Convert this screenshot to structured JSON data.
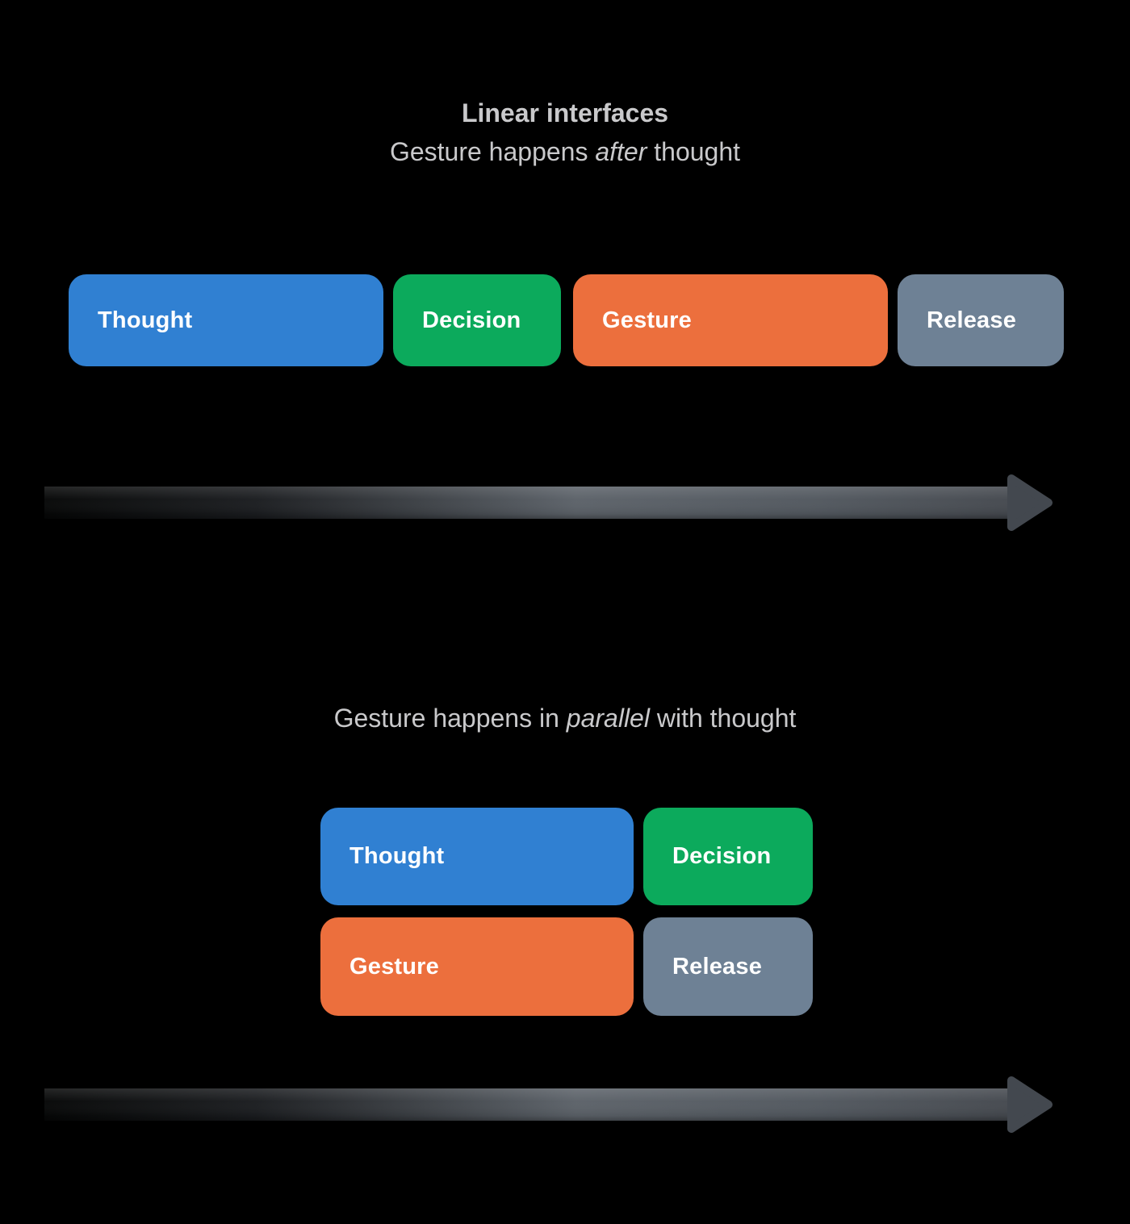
{
  "background": "#000000",
  "palette": {
    "thought": "#3080d2",
    "decision": "#0caa5c",
    "gesture": "#ec6f3d",
    "release": "#6e8195",
    "label_text": "#ffffff",
    "heading_text": "#c9c9cb",
    "arrow_body_mid": "#5c6269",
    "arrow_head": "#43484f"
  },
  "linear_section": {
    "heading": "Linear interfaces",
    "subheading": {
      "prefix": "Gesture happens ",
      "emphasis": "after",
      "suffix": " thought"
    },
    "boxes": {
      "thought": "Thought",
      "decision": "Decision",
      "gesture": "Gesture",
      "release": "Release"
    }
  },
  "parallel_section": {
    "heading": {
      "prefix": "Gesture happens in ",
      "emphasis": "parallel",
      "suffix": " with thought"
    },
    "boxes": {
      "thought": "Thought",
      "decision": "Decision",
      "gesture": "Gesture",
      "release": "Release"
    }
  },
  "icons": {
    "timeline_arrow": "arrow-right"
  }
}
